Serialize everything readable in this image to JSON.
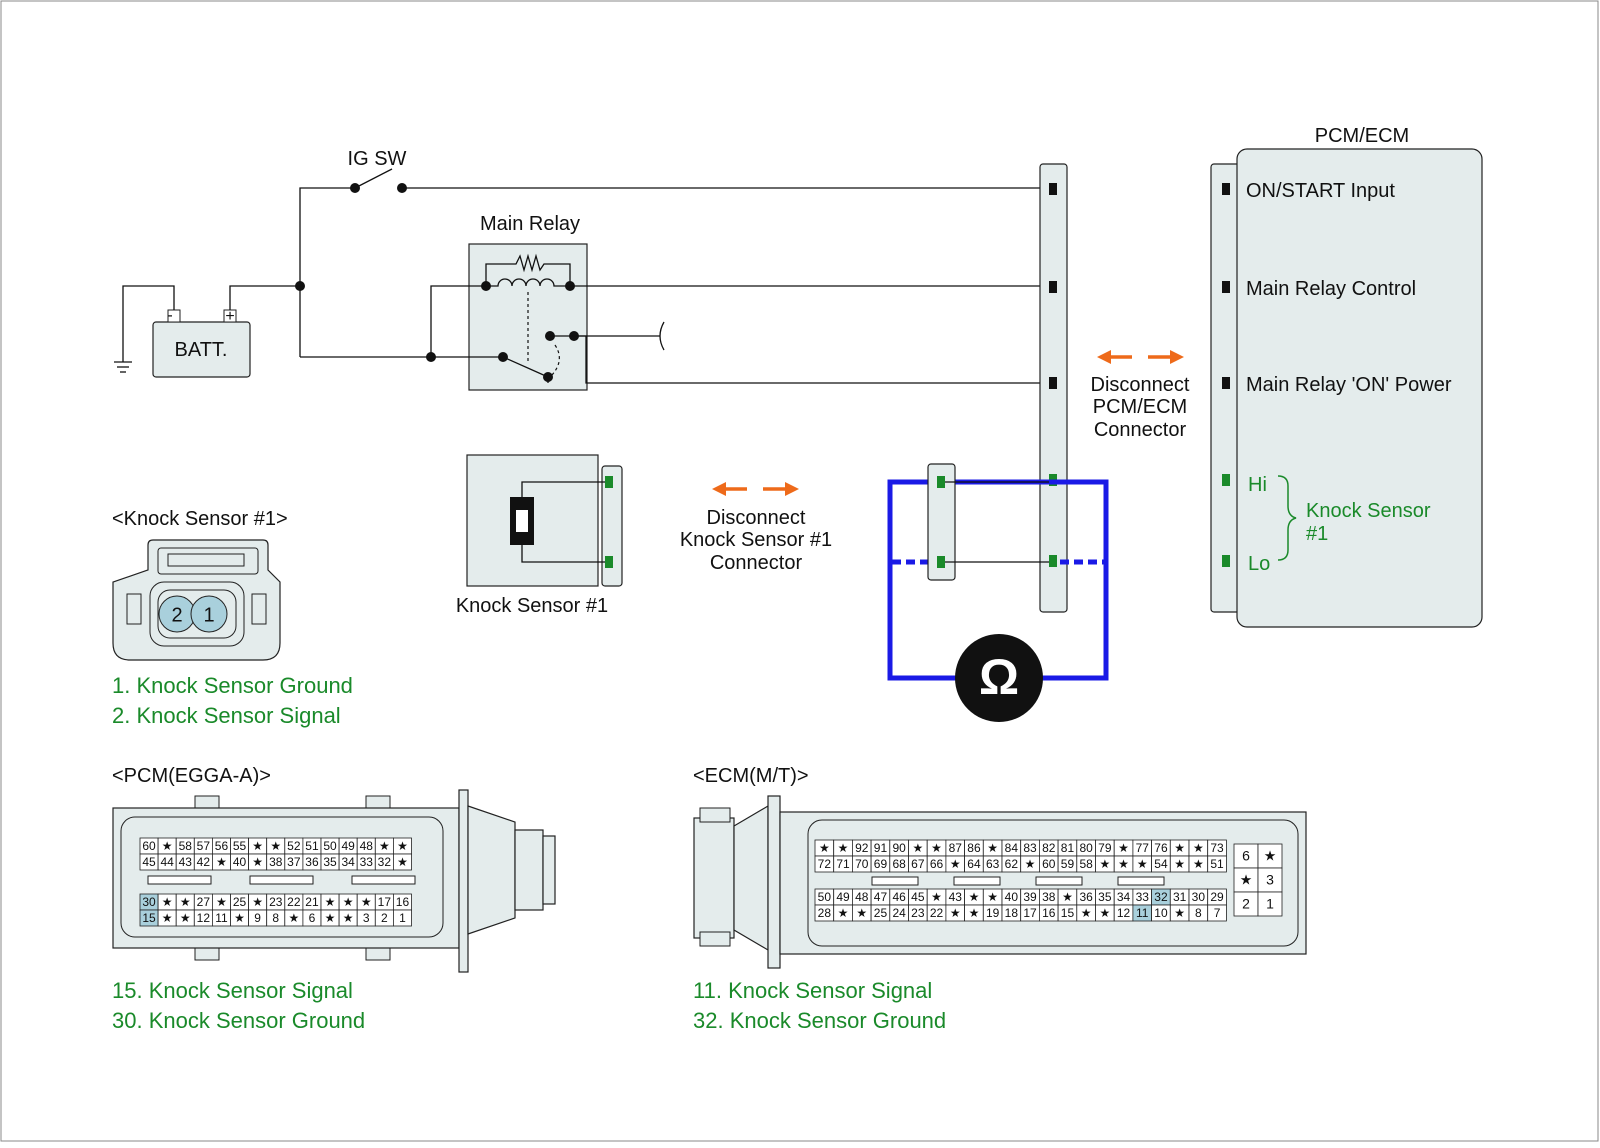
{
  "labels": {
    "ig_sw": "IG SW",
    "main_relay": "Main Relay",
    "batt": "BATT.",
    "pcm_ecm": "PCM/ECM",
    "on_start": "ON/START Input",
    "main_relay_control": "Main Relay Control",
    "main_relay_on_power": "Main Relay 'ON' Power",
    "hi": "Hi",
    "lo": "Lo",
    "knock_sensor_l1": "Knock Sensor",
    "knock_sensor_l2": "#1",
    "disconnect_pcm_l1": "Disconnect",
    "disconnect_pcm_l2": "PCM/ECM",
    "disconnect_pcm_l3": "Connector",
    "disconnect_ks_l1": "Disconnect",
    "disconnect_ks_l2": "Knock Sensor #1",
    "disconnect_ks_l3": "Connector",
    "knock_sensor_device": "Knock Sensor #1",
    "ohm": "Ω"
  },
  "knock_connector": {
    "title": "<Knock Sensor #1>",
    "pins": [
      "2",
      "1"
    ],
    "legend": [
      "1. Knock Sensor Ground",
      "2. Knock Sensor Signal"
    ]
  },
  "pcm_connector": {
    "title": "<PCM(EGGA-A)>",
    "rows": [
      [
        "60",
        "★",
        "58",
        "57",
        "56",
        "55",
        "★",
        "★",
        "52",
        "51",
        "50",
        "49",
        "48",
        "★",
        "★"
      ],
      [
        "45",
        "44",
        "43",
        "42",
        "★",
        "40",
        "★",
        "38",
        "37",
        "36",
        "35",
        "34",
        "33",
        "32",
        "★"
      ],
      [
        "30",
        "★",
        "★",
        "27",
        "★",
        "25",
        "★",
        "23",
        "22",
        "21",
        "★",
        "★",
        "★",
        "17",
        "16"
      ],
      [
        "15",
        "★",
        "★",
        "12",
        "11",
        "★",
        "9",
        "8",
        "★",
        "6",
        "★",
        "★",
        "3",
        "2",
        "1"
      ]
    ],
    "highlight": [
      "30",
      "15"
    ],
    "legend": [
      "15. Knock Sensor Signal",
      "30. Knock Sensor Ground"
    ]
  },
  "ecm_connector": {
    "title": "<ECM(M/T)>",
    "rows": [
      [
        "★",
        "★",
        "92",
        "91",
        "90",
        "★",
        "★",
        "87",
        "86",
        "★",
        "84",
        "83",
        "82",
        "81",
        "80",
        "79",
        "★",
        "77",
        "76",
        "★",
        "★",
        "73"
      ],
      [
        "72",
        "71",
        "70",
        "69",
        "68",
        "67",
        "66",
        "★",
        "64",
        "63",
        "62",
        "★",
        "60",
        "59",
        "58",
        "★",
        "★",
        "★",
        "54",
        "★",
        "★",
        "51"
      ],
      [
        "50",
        "49",
        "48",
        "47",
        "46",
        "45",
        "★",
        "43",
        "★",
        "★",
        "40",
        "39",
        "38",
        "★",
        "36",
        "35",
        "34",
        "33",
        "32",
        "31",
        "30",
        "29"
      ],
      [
        "28",
        "★",
        "★",
        "25",
        "24",
        "23",
        "22",
        "★",
        "★",
        "19",
        "18",
        "17",
        "16",
        "15",
        "★",
        "★",
        "12",
        "11",
        "10",
        "★",
        "8",
        "7"
      ]
    ],
    "side_block": [
      [
        "6",
        "★"
      ],
      [
        "★",
        "3"
      ],
      [
        "2",
        "1"
      ]
    ],
    "highlight": [
      "32",
      "11"
    ],
    "legend": [
      "11. Knock Sensor Signal",
      "32. Knock Sensor Ground"
    ]
  },
  "colors": {
    "panel_fill": "#e4ecec",
    "meter_wire": "#1a1ae6",
    "arrow": "#ee6a1a",
    "legend_text": "#1a8a2a",
    "highlight_pin": "#a9d0dc",
    "terminal_green": "#1a8a2a"
  }
}
